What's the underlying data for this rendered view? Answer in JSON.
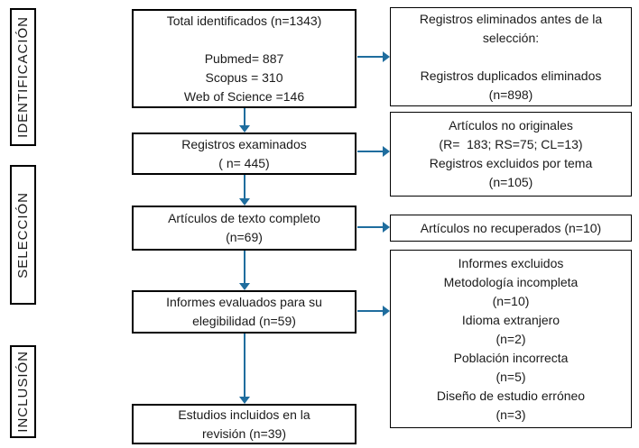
{
  "colors": {
    "arrow": "#1f6d9e",
    "border": "#000000",
    "text": "#1a1a1a",
    "background": "#ffffff"
  },
  "stages": [
    {
      "label": "IDENTIFICACIÓN"
    },
    {
      "label": "SELECCIÓN"
    },
    {
      "label": "INCLUSIÓN"
    }
  ],
  "middle_boxes": [
    {
      "lines": [
        "Total identificados (n=1343)",
        "",
        "Pubmed= 887",
        "Scopus = 310",
        "Web of Science =146"
      ]
    },
    {
      "lines": [
        "Registros examinados",
        "( n= 445)"
      ]
    },
    {
      "lines": [
        "Artículos de texto completo",
        "(n=69)"
      ]
    },
    {
      "lines": [
        "Informes evaluados para su",
        "elegibilidad (n=59)"
      ]
    },
    {
      "lines": [
        "Estudios incluidos en la",
        "revisión (n=39)"
      ]
    }
  ],
  "right_boxes": [
    {
      "lines": [
        "Registros eliminados antes de la",
        "selección:",
        "",
        "Registros duplicados eliminados",
        "(n=898)"
      ]
    },
    {
      "lines": [
        "Artículos no originales",
        "(R=  183; RS=75; CL=13)",
        "Registros excluidos por tema",
        "(n=105)"
      ]
    },
    {
      "lines": [
        "Artículos no recuperados (n=10)"
      ]
    },
    {
      "lines": [
        "Informes excluidos",
        "Metodología incompleta",
        "(n=10)",
        "Idioma extranjero",
        "(n=2)",
        "Población incorrecta",
        "(n=5)",
        "Diseño de estudio erróneo",
        "(n=3)"
      ]
    }
  ]
}
